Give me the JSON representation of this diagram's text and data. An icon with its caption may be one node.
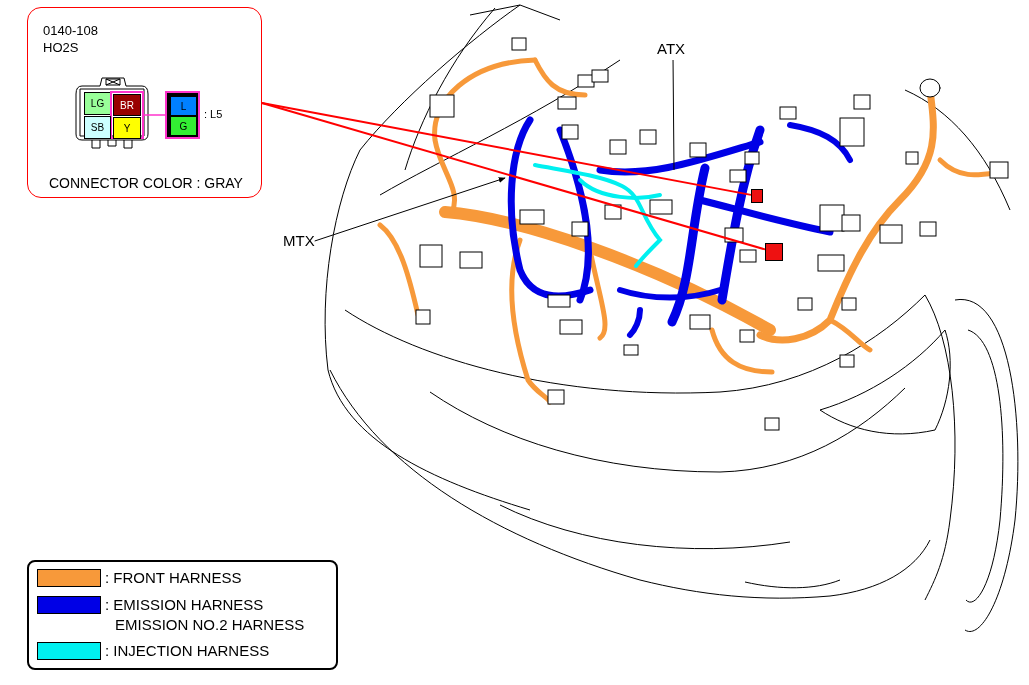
{
  "diagram": {
    "nodes": [
      {
        "text": [
          "0140-108",
          "HO2S",
          "CONNECTOR COLOR : GRAY"
        ]
      },
      {
        "text": [
          "LG"
        ],
        "in": 0
      },
      {
        "text": [],
        "shape": "box",
        "in": 0
      },
      {
        "text": [
          "BR"
        ],
        "in": 2
      },
      {
        "text": [
          "SB"
        ],
        "in": 0
      },
      {
        "text": [
          "Y"
        ],
        "in": 2
      },
      {
        "text": [],
        "shape": "box",
        "in": 0,
        "beside": [
          ": L5"
        ]
      },
      {
        "text": [
          "L"
        ],
        "in": 6
      },
      {
        "text": [
          "G"
        ],
        "in": 6
      },
      {
        "text": [
          "ATX"
        ]
      },
      {
        "text": [
          "MTX"
        ]
      },
      {
        "text": [],
        "shape": "box"
      },
      {
        "text": [],
        "shape": "box"
      }
    ],
    "edges": [
      {
        "from": 0,
        "to": 11,
        "arrow": "none",
        "color": "#ff0000"
      },
      {
        "from": 0,
        "to": 12,
        "arrow": "none",
        "color": "#ff0000"
      },
      {
        "from": 2,
        "to": 6,
        "arrow": "none",
        "color": "#ff33cc"
      },
      {
        "from": 9,
        "to": null,
        "arrow": "none",
        "color": "#000000"
      },
      {
        "from": 10,
        "to": null,
        "arrow": "to",
        "color": "#000000"
      }
    ],
    "legend": [
      {
        "text": ": FRONT HARNESS",
        "color": "#f7993a"
      },
      {
        "text": ": EMISSION HARNESS EMISSION NO.2 HARNESS",
        "color": "#0000e6"
      },
      {
        "text": ": INJECTION HARNESS",
        "color": "#00f0f0"
      }
    ]
  }
}
